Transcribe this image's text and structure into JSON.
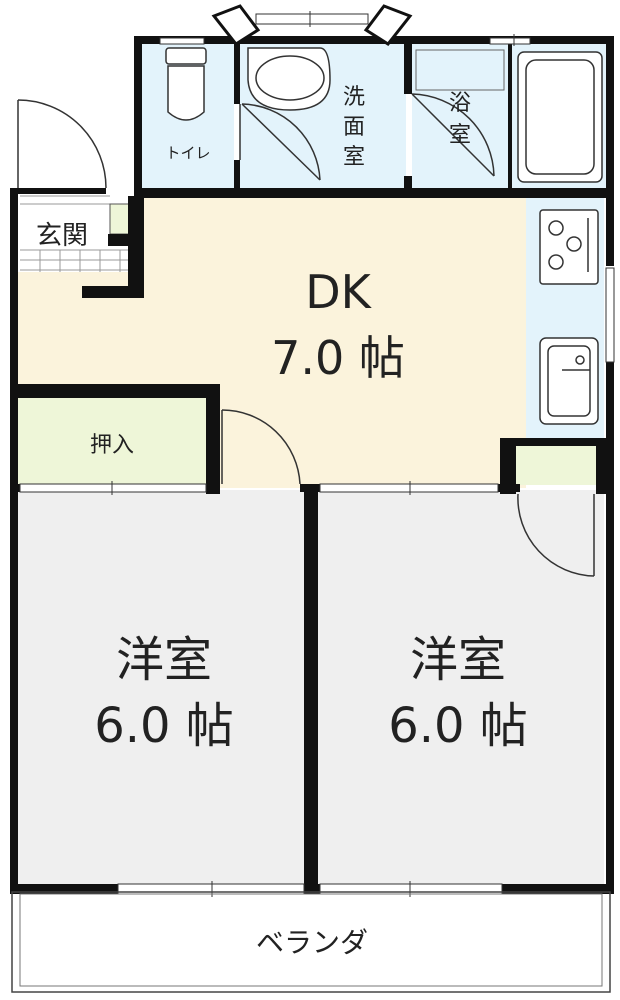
{
  "rooms": {
    "toilet": "トイレ",
    "washroom": [
      "洗",
      "面",
      "室"
    ],
    "bath": [
      "浴",
      "室"
    ],
    "entrance": "玄関",
    "dk_name": "DK",
    "dk_size": "7.0 帖",
    "closet": "押入",
    "western1_name": "洋室",
    "western1_size": "6.0 帖",
    "western2_name": "洋室",
    "western2_size": "6.0 帖",
    "veranda": "ベランダ"
  },
  "colors": {
    "wall": "#111111",
    "dk_floor": "#fbf3dc",
    "western_floor": "#efefef",
    "wet_area": "#e3f3fb",
    "closet_floor": "#eef6d8",
    "entrance_floor": "#ffffff"
  }
}
